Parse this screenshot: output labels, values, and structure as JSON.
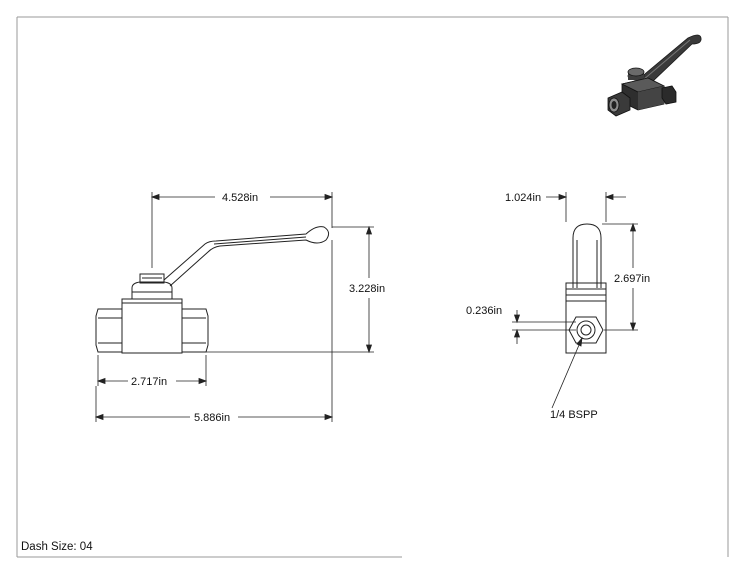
{
  "drawing": {
    "dash_size": "Dash Size: 04"
  },
  "dimensions": {
    "overall_height_to_handle": "4.528in",
    "total_height": "3.228in",
    "body_length": "2.717in",
    "overall_length": "5.886in",
    "side_width": "1.024in",
    "side_height": "2.697in",
    "port_offset": "0.236in"
  },
  "callouts": {
    "thread": "1/4 BSPP"
  },
  "colors": {
    "line": "#222222",
    "frame": "#9a9a9a",
    "iso_dark": "#2b2b2b",
    "iso_mid": "#555555",
    "iso_light": "#8c8c8c"
  }
}
